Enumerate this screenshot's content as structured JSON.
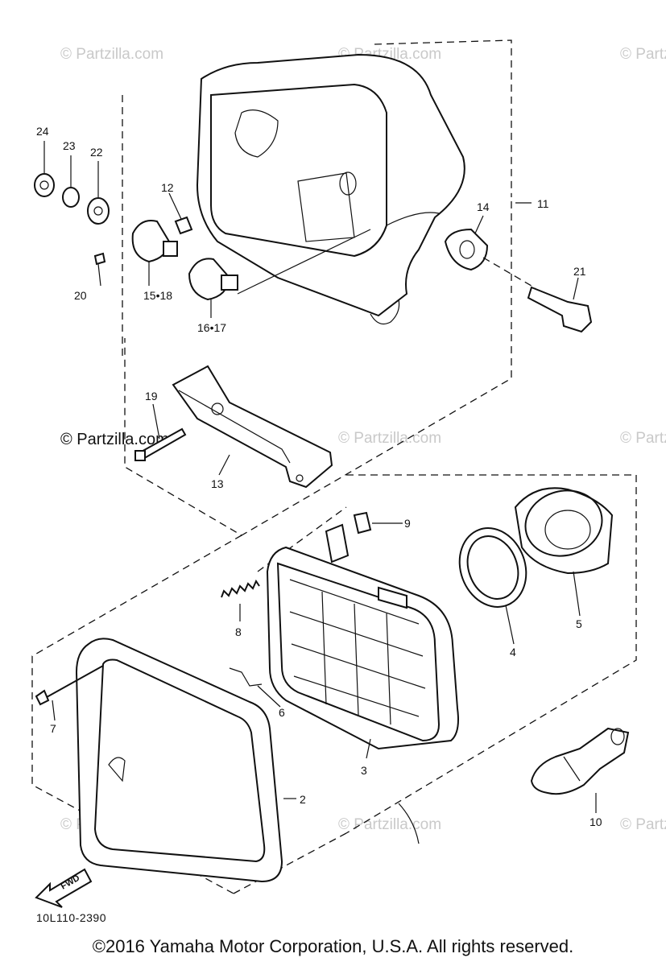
{
  "diagram": {
    "watermark": "© Partzilla.com",
    "part_code": "10L110-2390",
    "fwd_label": "FWD",
    "copyright": "©2016 Yamaha Motor Corporation, U.S.A. All rights reserved.",
    "callouts": {
      "c2": "2",
      "c3": "3",
      "c4": "4",
      "c5": "5",
      "c6": "6",
      "c7": "7",
      "c8": "8",
      "c9": "9",
      "c10": "10",
      "c11": "11",
      "c12": "12",
      "c13": "13",
      "c14": "14",
      "c15_18": "15•18",
      "c16_17": "16•17",
      "c19": "19",
      "c20": "20",
      "c21": "21",
      "c22": "22",
      "c23": "23",
      "c24": "24"
    }
  }
}
